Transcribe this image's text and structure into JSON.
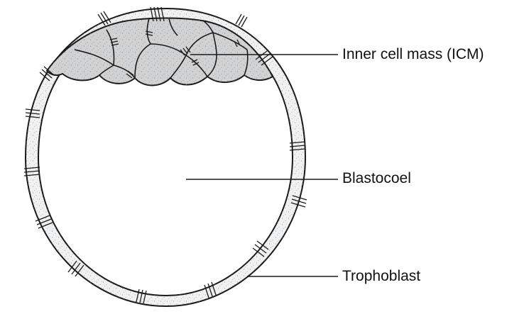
{
  "labels": {
    "icm": "Inner cell mass (ICM)",
    "blastocoel": "Blastocoel",
    "trophoblast": "Trophoblast"
  },
  "colors": {
    "outline": "#1a1a1a",
    "icm_fill": "#d2d2d2",
    "trophoblast_fill": "#f1f1f1",
    "stipple": "#6f8fa8",
    "background": "#ffffff"
  }
}
